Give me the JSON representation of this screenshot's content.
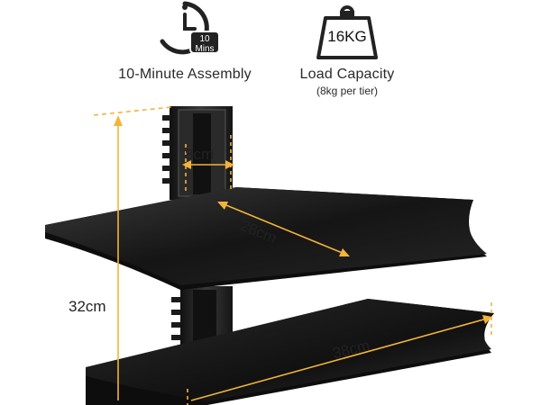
{
  "features": {
    "assembly": {
      "badge_line1": "10",
      "badge_line2": "Mins",
      "label": "10-Minute Assembly",
      "icon": "clock-icon"
    },
    "load": {
      "weight_text": "16KG",
      "label": "Load Capacity",
      "sublabel": "(8kg per tier)",
      "icon": "weight-icon"
    }
  },
  "dimensions": {
    "depth": "8cm",
    "top_width": "28cm",
    "height": "32cm",
    "bottom_width": "38cm"
  },
  "colors": {
    "shelf": "#161616",
    "bracket": "#1d1d1d",
    "dimension_line": "#f4b43a",
    "icon": "#222222"
  }
}
